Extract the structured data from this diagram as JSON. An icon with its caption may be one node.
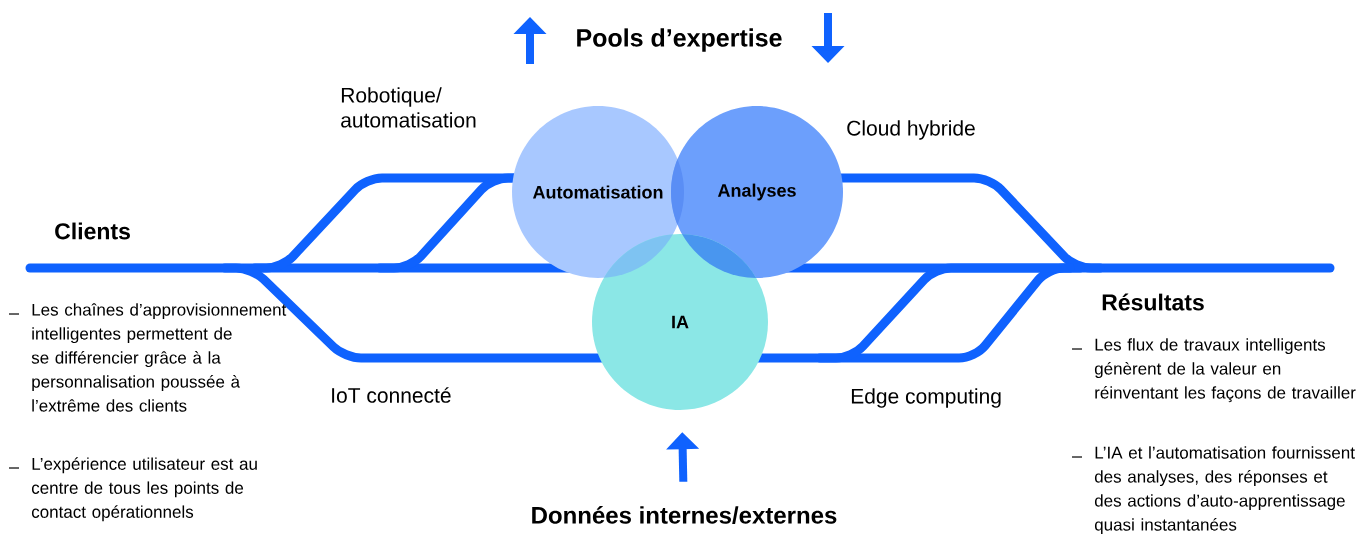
{
  "diagram": {
    "nodes": [
      {
        "text": [
          "Automatisation"
        ]
      },
      {
        "text": [
          "Analyses"
        ]
      },
      {
        "text": [
          "IA"
        ]
      },
      {
        "text": [
          "Données internes/externes"
        ]
      }
    ],
    "edges": [
      {
        "from": 3,
        "to": 2,
        "arrow": "to"
      }
    ],
    "labels": [
      "Pools d’expertise",
      "Robotique/ automatisation",
      "Cloud hybride",
      "Clients",
      "Résultats",
      "Les chaînes d’approvisionnement intelligentes permettent de se différencier grâce à la personnalisation poussée à l’extrême des clients",
      "L’expérience utilisateur est au centre de tous les points de contact opérationnels",
      "IoT connecté",
      "Edge computing",
      "Les flux de travaux intelligents génèrent de la valeur en réinventant les façons de travailler",
      "L’IA et l’automatisation fournissent des analyses, des réponses et des actions d’auto-apprentissage quasi instantanées"
    ]
  }
}
